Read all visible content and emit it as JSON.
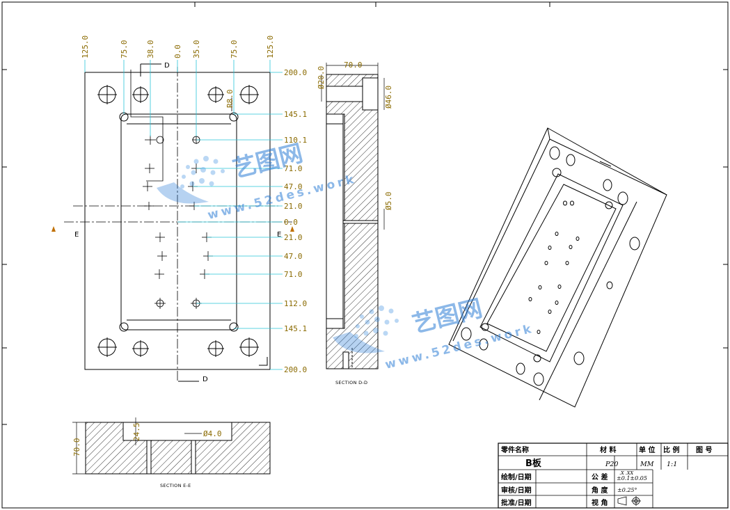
{
  "title_block": {
    "part_name_label": "零件名称",
    "part_name": "B板",
    "material_label": "材 料",
    "material": "P20",
    "unit_label": "单 位",
    "unit": "MM",
    "scale_label": "比 例",
    "scale": "1:1",
    "drawing_no_label": "图 号",
    "drawn_label": "绘制/日期",
    "checked_label": "审核/日期",
    "approved_label": "批准/日期",
    "tolerance_label": "公 差",
    "tolerance_header": ".X   .XX",
    "tolerance": "±0.1±0.05",
    "angle_label": "角 度",
    "angle": "±0.25°",
    "view_label": "视 角"
  },
  "plan_view": {
    "x_dims": [
      "125.0",
      "75.0",
      "38.0",
      "0.0",
      "35.0",
      "75.0",
      "125.0"
    ],
    "y_dims": [
      "200.0",
      "145.1",
      "110.1",
      "71.0",
      "47.0",
      "21.0",
      "0.0",
      "21.0",
      "47.0",
      "71.0",
      "112.0",
      "145.1",
      "200.0"
    ],
    "radius_dim": "R8.0",
    "section_top": "D",
    "section_bottom": "D",
    "section_left": "E",
    "section_right": "E"
  },
  "section_dd": {
    "title": "SECTION D-D",
    "width_dim": "70.0",
    "dia_top": "Ø20.0",
    "dia_side": "Ø46.0",
    "dia_mid": "Ø5.0"
  },
  "section_ee": {
    "title": "SECTION E-E",
    "height_dim": "70.0",
    "depth_dim": "24.5",
    "dia_dim": "Ø4.0"
  },
  "watermark": {
    "brand": "艺图网",
    "url": "www.52des.work"
  }
}
